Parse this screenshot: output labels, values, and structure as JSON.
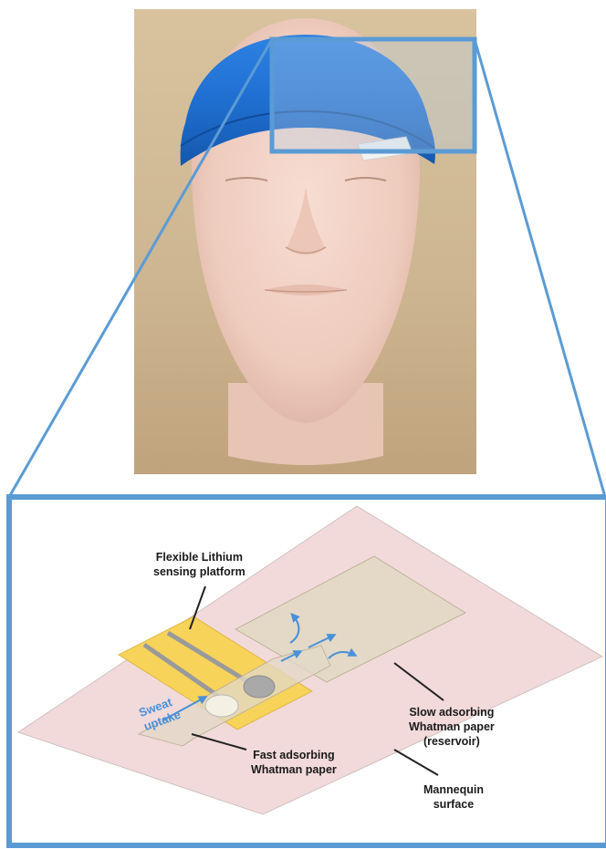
{
  "labels": {
    "sensor": [
      "Flexible Lithium",
      "sensing platform"
    ],
    "sweat": [
      "Sweat",
      "uptake"
    ],
    "slow": [
      "Slow adsorbing",
      "Whatman paper",
      "(reservoir)"
    ],
    "fast": [
      "Fast adsorbing",
      "Whatman paper"
    ],
    "mannequin": [
      "Mannequin",
      "surface"
    ]
  },
  "colors": {
    "frame_blue": "#5b9bd5",
    "sweat_blue": "#4a90d9",
    "surface_pink": "#f2dada",
    "sensor_yellow": "#f7d35a",
    "paper_beige": "#e3d9c6",
    "headband_blue": "#1f6fd1"
  }
}
